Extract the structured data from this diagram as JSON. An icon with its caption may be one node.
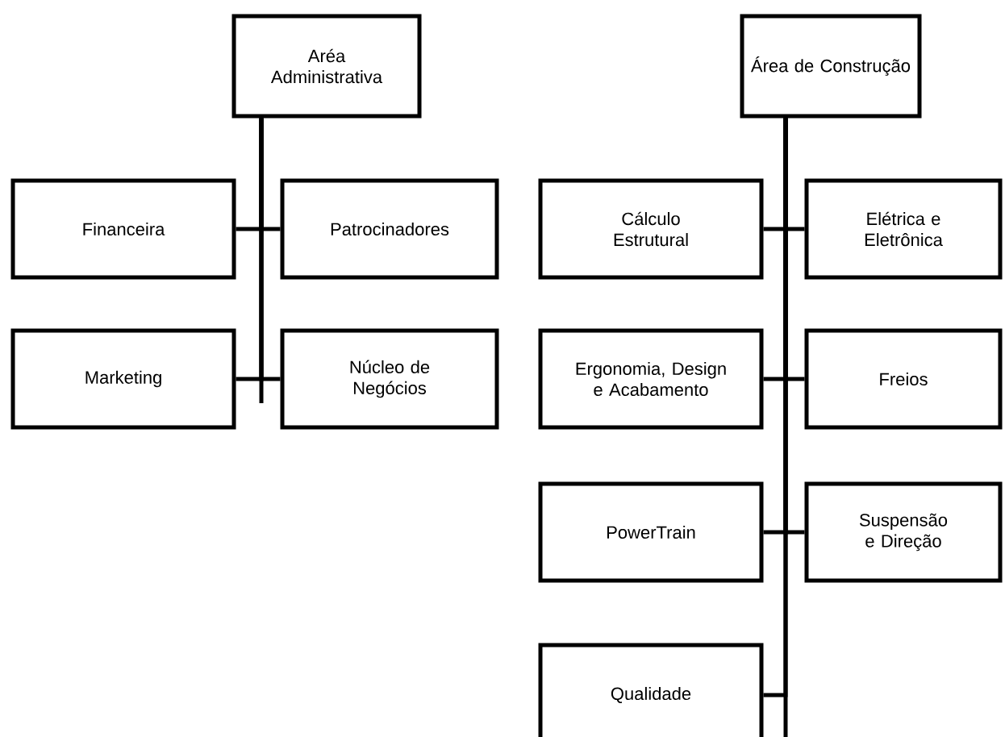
{
  "diagram": {
    "nodes": [
      {
        "text": [
          "Aréa Administrativa"
        ]
      },
      {
        "text": [
          "Financeira"
        ]
      },
      {
        "text": [
          "Patrocinadores"
        ]
      },
      {
        "text": [
          "Marketing"
        ]
      },
      {
        "text": [
          "Núcleo de Negócios"
        ]
      },
      {
        "text": [
          "Área de Construção"
        ]
      },
      {
        "text": [
          "Cálculo Estrutural"
        ]
      },
      {
        "text": [
          "Elétrica e Eletrônica"
        ]
      },
      {
        "text": [
          "Ergonomia, Design e Acabamento"
        ]
      },
      {
        "text": [
          "Freios"
        ]
      },
      {
        "text": [
          "PowerTrain"
        ]
      },
      {
        "text": [
          "Suspensão e Direção"
        ]
      },
      {
        "text": [
          "Qualidade"
        ]
      }
    ],
    "edges": [
      {
        "from": 0,
        "to": 1,
        "arrow": "none"
      },
      {
        "from": 0,
        "to": 2,
        "arrow": "none"
      },
      {
        "from": 0,
        "to": 3,
        "arrow": "none"
      },
      {
        "from": 0,
        "to": 4,
        "arrow": "none"
      },
      {
        "from": 5,
        "to": 6,
        "arrow": "none"
      },
      {
        "from": 5,
        "to": 7,
        "arrow": "none"
      },
      {
        "from": 5,
        "to": 8,
        "arrow": "none"
      },
      {
        "from": 5,
        "to": 9,
        "arrow": "none"
      },
      {
        "from": 5,
        "to": 10,
        "arrow": "none"
      },
      {
        "from": 5,
        "to": 11,
        "arrow": "none"
      },
      {
        "from": 5,
        "to": 12,
        "arrow": "none"
      }
    ]
  }
}
